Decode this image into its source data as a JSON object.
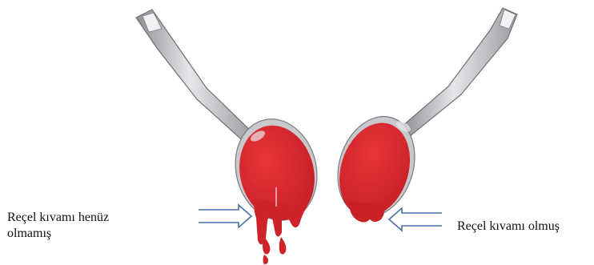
{
  "labels": {
    "left_line1": "Reçel kıvamı henüz",
    "left_line2": "olmamış",
    "right": "Reçel kıvamı olmuş"
  },
  "colors": {
    "jam": "#d8262c",
    "jam_dark": "#b51a20",
    "spoon": "#b8b8bc",
    "arrow": "#4a6fa5"
  },
  "icons": [
    "spoon-left-icon",
    "spoon-right-icon",
    "arrow-right-icon",
    "arrow-left-icon"
  ]
}
